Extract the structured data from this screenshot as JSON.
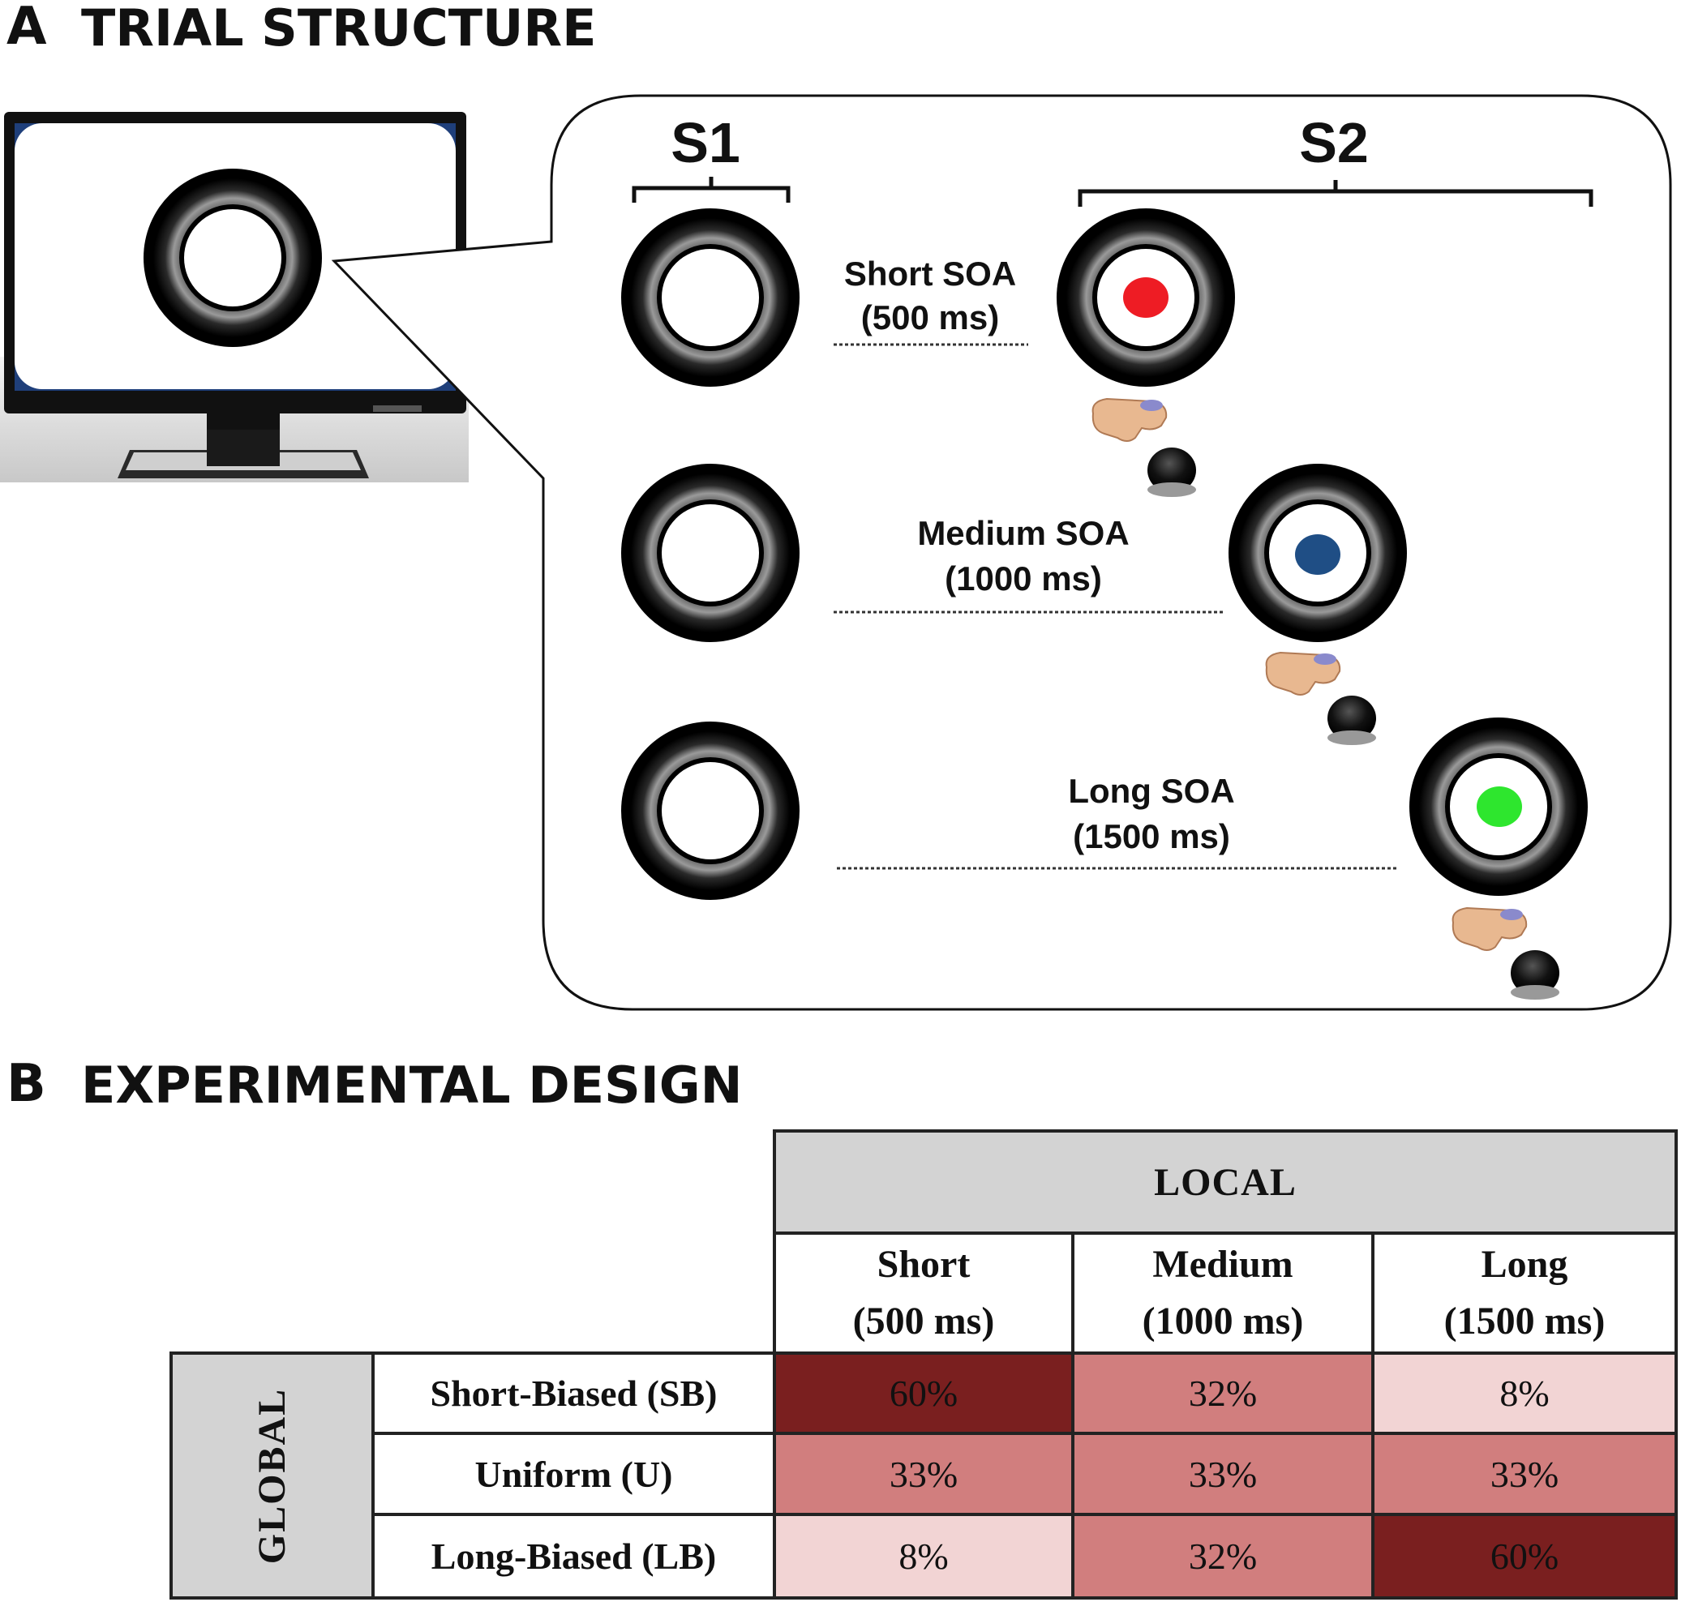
{
  "panel_a": {
    "letter": "A",
    "title": "TRIAL STRUCTURE",
    "s1_label": "S1",
    "s2_label": "S2",
    "rows": [
      {
        "name": "Short SOA",
        "duration": "(500 ms)",
        "target_color": "#ee1c24"
      },
      {
        "name": "Medium SOA",
        "duration": "(1000 ms)",
        "target_color": "#1f4e85"
      },
      {
        "name": "Long SOA",
        "duration": "(1500 ms)",
        "target_color": "#2ee62e"
      }
    ]
  },
  "panel_b": {
    "letter": "B",
    "title": "EXPERIMENTAL DESIGN",
    "local_header": "LOCAL",
    "global_header": "GLOBAL",
    "columns": [
      {
        "name": "Short",
        "duration": "(500 ms)"
      },
      {
        "name": "Medium",
        "duration": "(1000 ms)"
      },
      {
        "name": "Long",
        "duration": "(1500 ms)"
      }
    ],
    "rows": [
      {
        "label": "Short-Biased (SB)",
        "values": [
          "60%",
          "32%",
          "8%"
        ]
      },
      {
        "label": "Uniform (U)",
        "values": [
          "33%",
          "33%",
          "33%"
        ]
      },
      {
        "label": "Long-Biased (LB)",
        "values": [
          "8%",
          "32%",
          "60%"
        ]
      }
    ],
    "colors": {
      "high": "#7a1f1f",
      "medium": "#d17e7e",
      "low": "#f2d4d4"
    }
  }
}
